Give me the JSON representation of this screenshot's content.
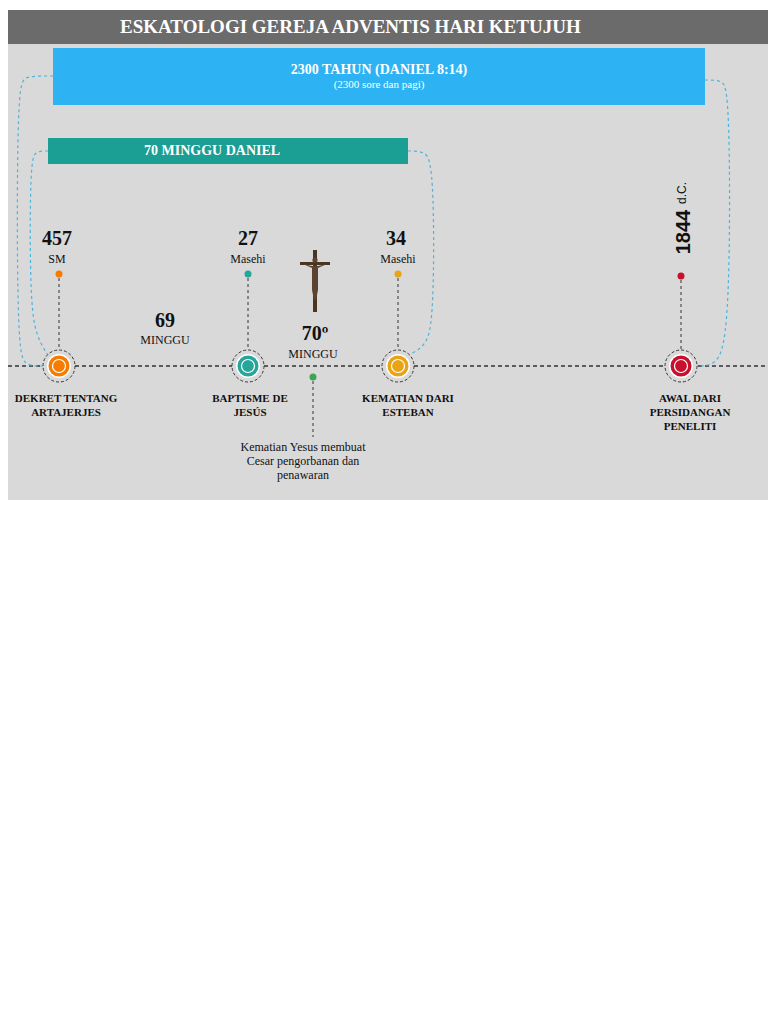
{
  "diagram": {
    "title": "ESKATOLOGI GEREJA ADVENTIS HARI KETUJUH",
    "nodes": [
      {
        "text": [
          "2300 TAHUN (DANIEL 8:14)",
          "(2300 sore dan pagi)"
        ]
      },
      {
        "text": [
          "70 MINGGU DANIEL"
        ]
      },
      {
        "text": [
          "DEKRET TENTANG ARTAJERJES"
        ]
      },
      {
        "text": [
          "BAPTISME DE JESÚS"
        ]
      },
      {
        "text": [
          "KEMATIAN DARI ESTEBAN"
        ]
      },
      {
        "text": [
          "AWAL DARI PERSIDANGAN PENELITI"
        ]
      }
    ],
    "edges": [
      {
        "from": 0,
        "to": 2,
        "arrow": "none"
      },
      {
        "from": 0,
        "to": 5,
        "arrow": "none"
      },
      {
        "from": 1,
        "to": 2,
        "arrow": "none"
      },
      {
        "from": 1,
        "to": 4,
        "arrow": "none"
      },
      {
        "from": 2,
        "to": 3,
        "arrow": "none"
      },
      {
        "from": 3,
        "to": 4,
        "arrow": "none"
      },
      {
        "from": 4,
        "to": 5,
        "arrow": "none"
      }
    ],
    "labels": [
      "457",
      "SM",
      "27",
      "Masehi",
      "34",
      "Masehi",
      "1844",
      "d.C.",
      "69",
      "MINGGU",
      "70º",
      "MINGGU",
      "Kematian Yesus membuat Cesar pengorbanan dan penawaran"
    ]
  }
}
